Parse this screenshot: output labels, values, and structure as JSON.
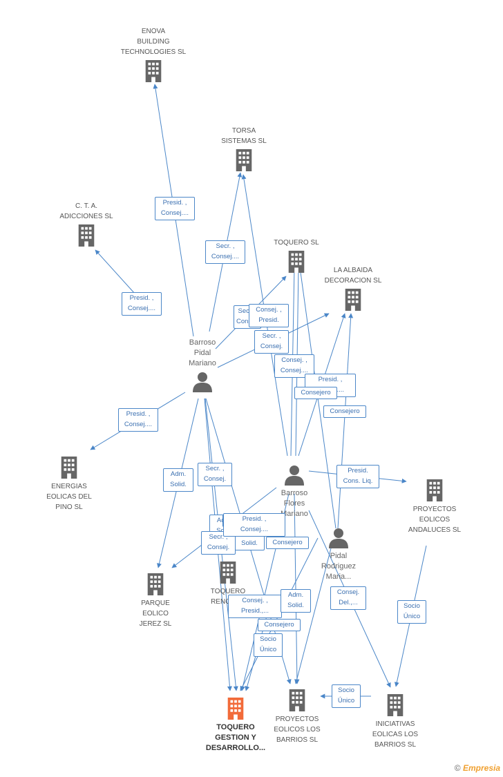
{
  "nodes": [
    {
      "id": "enova",
      "type": "company",
      "label": "ENOVA\nBUILDING\nTECHNOLOGIES SL",
      "icon": "building-icon"
    },
    {
      "id": "torsa",
      "type": "company",
      "label": "TORSA\nSISTEMAS  SL",
      "icon": "building-icon"
    },
    {
      "id": "cta",
      "type": "company",
      "label": "C.  T.  A.\nADICCIONES SL",
      "icon": "building-icon"
    },
    {
      "id": "toquero",
      "type": "company",
      "label": "TOQUERO SL",
      "icon": "building-icon"
    },
    {
      "id": "albaida",
      "type": "company",
      "label": "LA ALBAIDA\nDECORACION SL",
      "icon": "building-icon"
    },
    {
      "id": "barroso_pidal",
      "type": "person",
      "label": "Barroso\nPidal\nMariano",
      "icon": "person-icon"
    },
    {
      "id": "energias",
      "type": "company",
      "label": "ENERGIAS\nEOLICAS DEL\nPINO SL",
      "icon": "building-icon"
    },
    {
      "id": "barroso_flores",
      "type": "person",
      "label": "Barroso\nFlores\nMariano",
      "icon": "person-icon"
    },
    {
      "id": "proyectos_andaluces",
      "type": "company",
      "label": "PROYECTOS\nEOLICOS\nANDALUCES SL",
      "icon": "building-icon"
    },
    {
      "id": "pidal_rodriguez",
      "type": "person",
      "label": "Pidal\nRodriguez\nMaria...",
      "icon": "person-icon"
    },
    {
      "id": "parque",
      "type": "company",
      "label": "PARQUE\nEOLICO\nJEREZ SL",
      "icon": "building-icon"
    },
    {
      "id": "toquero_renov",
      "type": "company",
      "label": "TOQUERO\nRENOVA...",
      "icon": "building-icon"
    },
    {
      "id": "toquero_gestion",
      "type": "company",
      "label": "TOQUERO\nGESTION Y\nDESARROLLO...",
      "icon": "building-icon",
      "primary": true
    },
    {
      "id": "proyectos_barrios",
      "type": "company",
      "label": "PROYECTOS\nEOLICOS LOS\nBARRIOS SL",
      "icon": "building-icon"
    },
    {
      "id": "iniciativas",
      "type": "company",
      "label": "INICIATIVAS\nEOLICAS LOS\nBARRIOS SL",
      "icon": "building-icon"
    }
  ],
  "edges": [
    {
      "from": "barroso_pidal",
      "to": "enova",
      "label": "Presid. ,\nConsej...."
    },
    {
      "from": "barroso_pidal",
      "to": "torsa",
      "label": "Secr. ,\nConsej...."
    },
    {
      "from": "barroso_pidal",
      "to": "cta",
      "label": "Presid. ,\nConsej...."
    },
    {
      "from": "barroso_pidal",
      "to": "toquero",
      "label": "Secr. ,\nConsej."
    },
    {
      "from": "barroso_pidal",
      "to": "albaida",
      "label": ""
    },
    {
      "from": "barroso_pidal",
      "to": "energias",
      "label": "Presid. ,\nConsej...."
    },
    {
      "from": "barroso_pidal",
      "to": "parque",
      "label": "Adm.\nSolid."
    },
    {
      "from": "barroso_pidal",
      "to": "toquero_gestion",
      "label": "Secr. ,\nConsej."
    },
    {
      "from": "barroso_pidal",
      "to": "toquero_gestion",
      "label": "Adm.\nSolid."
    },
    {
      "from": "barroso_pidal",
      "to": "proyectos_barrios",
      "label": "Consej. ,\nPresid.,..."
    },
    {
      "from": "barroso_flores",
      "to": "torsa",
      "label": "Consej. ,\nPresid."
    },
    {
      "from": "barroso_flores",
      "to": "toquero",
      "label": "Secr. ,\nConsej."
    },
    {
      "from": "barroso_flores",
      "to": "toquero",
      "label": "Consej. ,\nConsej...."
    },
    {
      "from": "barroso_flores",
      "to": "albaida",
      "label": "Presid. ,\nConsej...."
    },
    {
      "from": "barroso_flores",
      "to": "proyectos_andaluces",
      "label": "Presid.\nCons. Liq."
    },
    {
      "from": "barroso_flores",
      "to": "parque",
      "label": "Secr. ,\nConsej."
    },
    {
      "from": "barroso_flores",
      "to": "toquero_gestion",
      "label": "Presid. ,\nConsej...."
    },
    {
      "from": "barroso_flores",
      "to": "proyectos_barrios",
      "label": "Adm.\nSolid."
    },
    {
      "from": "barroso_flores",
      "to": "iniciativas",
      "label": "Consej.\nDel.,..."
    },
    {
      "from": "pidal_rodriguez",
      "to": "toquero",
      "label": "Consejero"
    },
    {
      "from": "pidal_rodriguez",
      "to": "albaida",
      "label": "Consejero"
    },
    {
      "from": "pidal_rodriguez",
      "to": "toquero_gestion",
      "label": "Consejero"
    },
    {
      "from": "pidal_rodriguez",
      "to": "proyectos_barrios",
      "label": "Consejero"
    },
    {
      "from": "toquero_renov",
      "to": "toquero_gestion",
      "label": "Socio\nÚnico"
    },
    {
      "from": "proyectos_andaluces",
      "to": "iniciativas",
      "label": "Socio\nÚnico"
    },
    {
      "from": "iniciativas",
      "to": "proyectos_barrios",
      "label": "Socio\nÚnico"
    }
  ],
  "extra_labels": [
    "Adm.\nSolid.",
    "Presid. ,\nConsej...."
  ],
  "colors": {
    "edge": "#4a86c8",
    "icon": "#666666",
    "primary_icon": "#f26b3a",
    "label_text": "#3a6fb0"
  },
  "footer": {
    "copyright": "©",
    "brand": "Empresia"
  }
}
